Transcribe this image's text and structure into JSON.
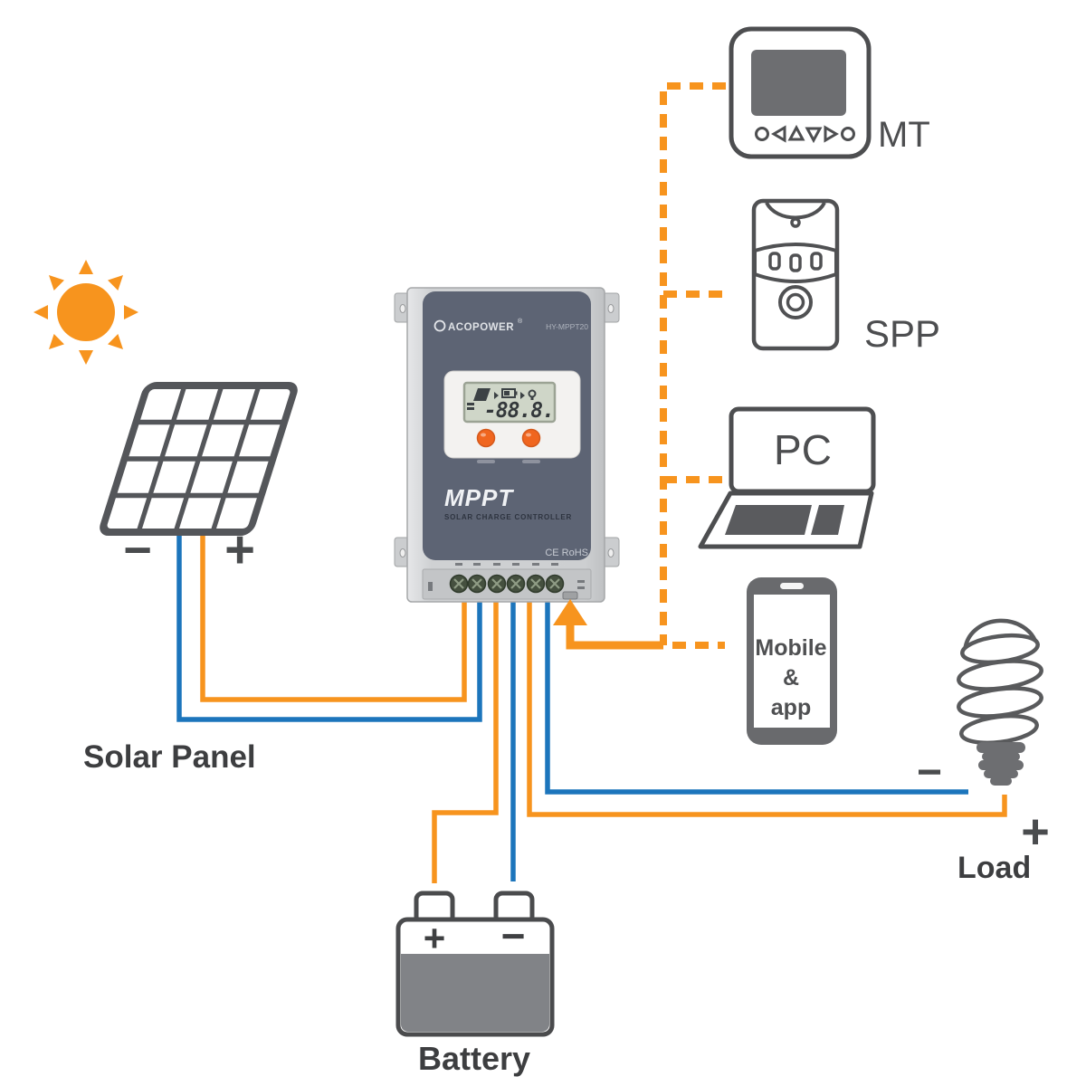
{
  "labels": {
    "solar_panel": "Solar Panel",
    "battery": "Battery",
    "load": "Load",
    "mt": "MT",
    "spp": "SPP",
    "pc": "PC",
    "mobile": [
      "Mobile",
      "&",
      "app"
    ]
  },
  "signs": {
    "panel_minus": "−",
    "panel_plus": "+",
    "battery_plus": "+",
    "battery_minus": "−",
    "load_minus": "−",
    "load_plus": "+"
  },
  "controller": {
    "brand": "ACOPOWER",
    "brand_reg": "®",
    "model": "HY-MPPT20",
    "display_value": "-88.8.",
    "title": "MPPT",
    "subtitle": "SOLAR CHARGE CONTROLLER",
    "cert": "CE RoHS"
  },
  "colors": {
    "wire_orange": "#F7941E",
    "wire_blue": "#1C75BC",
    "outline_gray": "#4D4E50",
    "device_gray": "#6D6E71",
    "controller_face": "#5D6474",
    "label_text": "#3D3E40"
  }
}
